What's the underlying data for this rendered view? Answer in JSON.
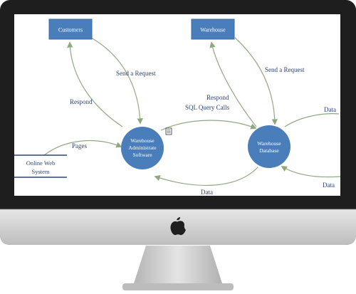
{
  "diagram": {
    "entities": {
      "customers": "Customers",
      "warehouse": "Warehouse"
    },
    "processes": {
      "was_line1": "Warehouse",
      "was_line2": "Administrate",
      "was_line3": "Software",
      "wdb_line1": "Warehouse",
      "wdb_line2": "Database"
    },
    "store": {
      "line1": "Online Web",
      "line2": "System"
    },
    "flows": {
      "send_request_left": "Send a Request",
      "respond_left": "Respond",
      "send_request_right": "Send a Request",
      "respond_mid": "Respond",
      "sql_calls": "SQL Query Calls",
      "pages": "Pages",
      "data_bottom": "Data",
      "data_right_top": "Data",
      "data_right_bottom": "Data"
    }
  },
  "colors": {
    "node_fill": "#4a7ebb",
    "arrow": "#8fa87f",
    "label": "#2e4470",
    "bezel": "#1e1e1e",
    "stand": "#c9c9c9"
  },
  "icons": {
    "brand": "apple-logo-icon",
    "doc": "document-icon"
  }
}
